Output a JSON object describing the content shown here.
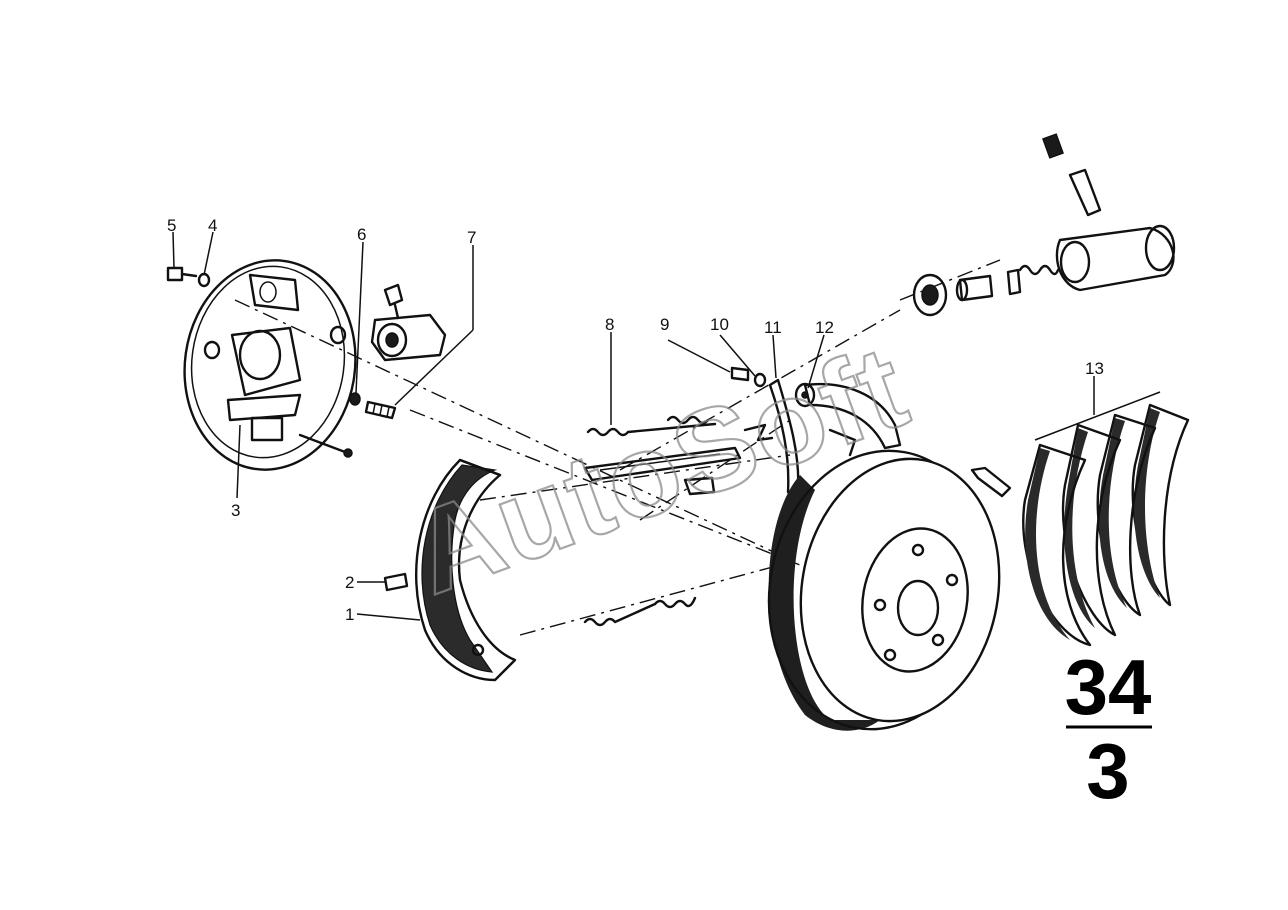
{
  "callouts": [
    {
      "id": "1",
      "label": "1"
    },
    {
      "id": "2",
      "label": "2"
    },
    {
      "id": "3",
      "label": "3"
    },
    {
      "id": "4",
      "label": "4"
    },
    {
      "id": "5",
      "label": "5"
    },
    {
      "id": "6",
      "label": "6"
    },
    {
      "id": "7",
      "label": "7"
    },
    {
      "id": "8",
      "label": "8"
    },
    {
      "id": "9",
      "label": "9"
    },
    {
      "id": "10",
      "label": "10"
    },
    {
      "id": "11",
      "label": "11"
    },
    {
      "id": "12",
      "label": "12"
    },
    {
      "id": "13",
      "label": "13"
    }
  ],
  "section": {
    "main_group": "34",
    "sub_group": "3"
  },
  "watermark": {
    "text": "AutoSoft",
    "color": "#8a8a8a"
  },
  "colors": {
    "ink": "#111111",
    "background": "#ffffff"
  }
}
